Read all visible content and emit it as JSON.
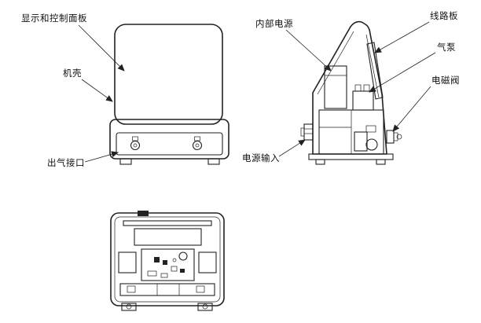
{
  "figure": {
    "front": {
      "panel": "显示和控制面板",
      "casing": "机壳",
      "air_outlet": "出气接口"
    },
    "side": {
      "internal_power": "内部电源",
      "circuit_board": "线路板",
      "air_pump": "气泵",
      "solenoid_valve": "电磁阀",
      "power_input": "电源输入"
    },
    "colors": {
      "line": "#222222",
      "background": "#ffffff"
    }
  }
}
